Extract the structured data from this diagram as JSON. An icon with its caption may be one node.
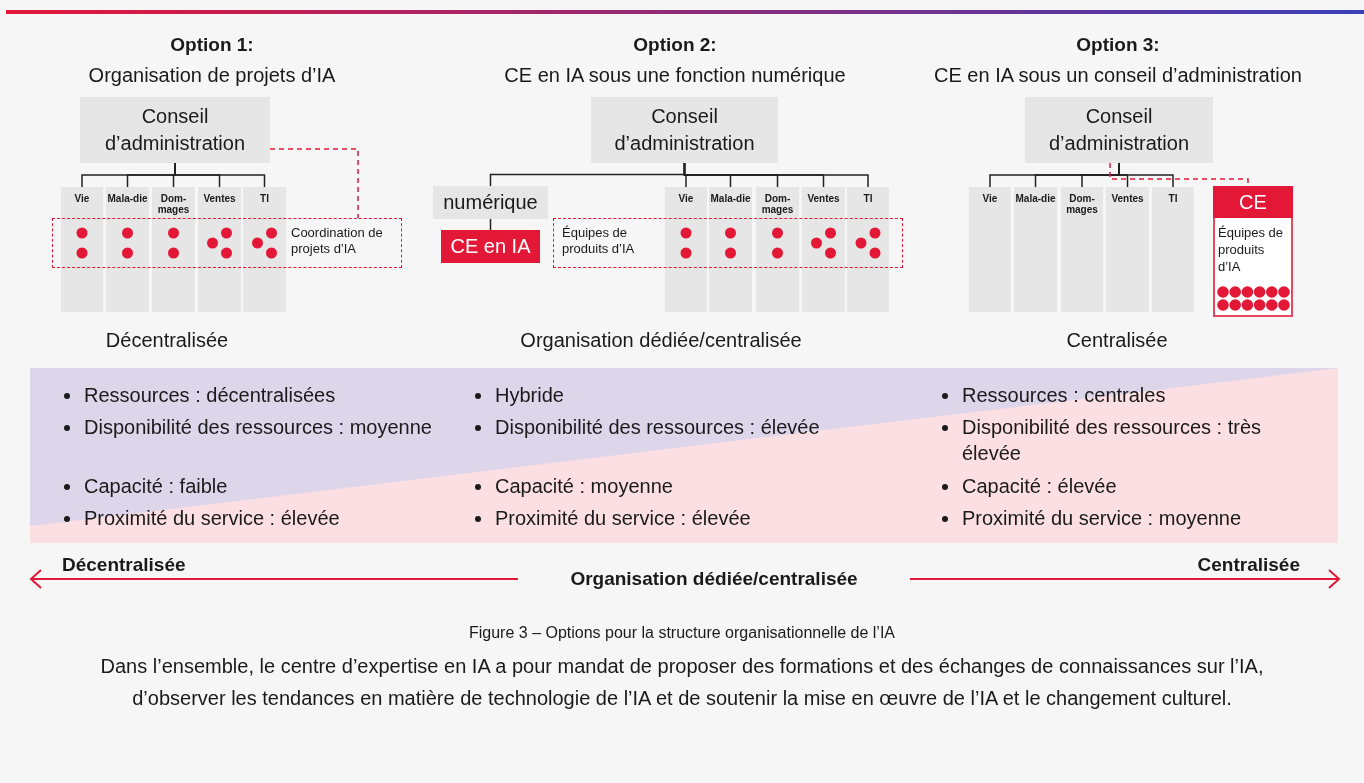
{
  "diagram": {
    "caption": "Figure 3 – Options pour la structure organisationnelle de l’IA",
    "nodes": [
      {
        "text": [
          "Conseil d’administration"
        ]
      },
      {
        "text": [
          "Vie"
        ]
      },
      {
        "text": [
          "Mala-die"
        ]
      },
      {
        "text": [
          "Dom-mages"
        ]
      },
      {
        "text": [
          "Ventes"
        ]
      },
      {
        "text": [
          "TI"
        ]
      },
      {
        "text": [
          "Coordination de projets d’IA"
        ]
      },
      {
        "text": [
          "Conseil d’administration"
        ]
      },
      {
        "text": [
          "numérique"
        ]
      },
      {
        "text": [
          "CE en IA"
        ]
      },
      {
        "text": [
          "Vie"
        ]
      },
      {
        "text": [
          "Mala-die"
        ]
      },
      {
        "text": [
          "Dom-mages"
        ]
      },
      {
        "text": [
          "Ventes"
        ]
      },
      {
        "text": [
          "TI"
        ]
      },
      {
        "text": [
          "Équipes de produits d’IA"
        ]
      },
      {
        "text": [
          "Conseil d’administration"
        ]
      },
      {
        "text": [
          "Vie"
        ]
      },
      {
        "text": [
          "Mala-die"
        ]
      },
      {
        "text": [
          "Dom-mages"
        ]
      },
      {
        "text": [
          "Ventes"
        ]
      },
      {
        "text": [
          "TI"
        ]
      },
      {
        "text": [
          "CE",
          "Équipes de produits d’IA"
        ]
      }
    ],
    "edges": [
      {
        "from": 0,
        "to": 1,
        "arrow": "none"
      },
      {
        "from": 0,
        "to": 2,
        "arrow": "none"
      },
      {
        "from": 0,
        "to": 3,
        "arrow": "none"
      },
      {
        "from": 0,
        "to": 4,
        "arrow": "none"
      },
      {
        "from": 0,
        "to": 5,
        "arrow": "none"
      },
      {
        "from": 0,
        "to": 6,
        "arrow": "none",
        "style": "dashed",
        "color": "#e31837"
      },
      {
        "from": 7,
        "to": 8,
        "arrow": "none"
      },
      {
        "from": 7,
        "to": 10,
        "arrow": "none"
      },
      {
        "from": 7,
        "to": 11,
        "arrow": "none"
      },
      {
        "from": 7,
        "to": 12,
        "arrow": "none"
      },
      {
        "from": 7,
        "to": 13,
        "arrow": "none"
      },
      {
        "from": 7,
        "to": 14,
        "arrow": "none"
      },
      {
        "from": 8,
        "to": 9,
        "arrow": "none"
      },
      {
        "from": 16,
        "to": 17,
        "arrow": "none"
      },
      {
        "from": 16,
        "to": 18,
        "arrow": "none"
      },
      {
        "from": 16,
        "to": 19,
        "arrow": "none"
      },
      {
        "from": 16,
        "to": 20,
        "arrow": "none"
      },
      {
        "from": 16,
        "to": 21,
        "arrow": "none"
      },
      {
        "from": 16,
        "to": 22,
        "arrow": "none",
        "style": "dashed",
        "color": "#e31837"
      }
    ],
    "labels": [
      "Option 1:",
      "Organisation de projets d’IA",
      "Option 2:",
      "CE en IA sous une fonction numérique",
      "Option 3:",
      "CE en IA sous un conseil d’administration",
      "Décentralisée",
      "Organisation dédiée/centralisée",
      "Centralisée",
      "Ressources : décentralisées",
      "Disponibilité des ressources : moyenne",
      "Capacité : faible",
      "Proximité du service : élevée",
      "Hybride",
      "Disponibilité des ressources : élevée",
      "Capacité : moyenne",
      "Proximité du service : élevée",
      "Ressources : centrales",
      "Disponibilité des ressources : très élevée",
      "Capacité : élevée",
      "Proximité du service : moyenne",
      "Décentralisée",
      "Organisation dédiée/centralisée",
      "Centralisée",
      "Dans l’ensemble, le centre d’expertise en IA a pour mandat de proposer des formations et des échanges de connaissances sur l’IA, d’observer les tendances en matière de technologie de l’IA et de soutenir la mise en œuvre de l’IA et le changement culturel."
    ]
  }
}
